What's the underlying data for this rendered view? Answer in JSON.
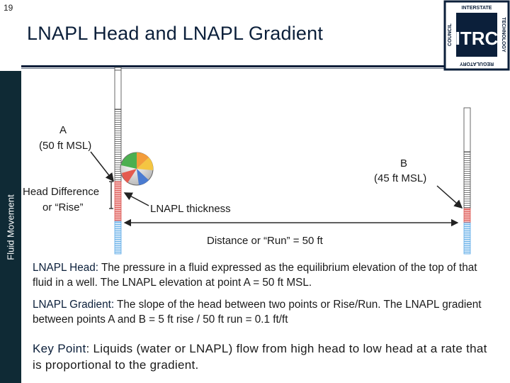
{
  "slide": {
    "number": "19",
    "title": "LNAPL Head and LNAPL Gradient",
    "sidebar_label": "Fluid Movement"
  },
  "logo": {
    "top_text": "INTERSTATE",
    "left_text": "COUNCIL",
    "right_text": "TECHNOLOGY",
    "bottom_text": "REGULATORY",
    "center_text": "ITRC"
  },
  "diagram": {
    "point_a_label": "A",
    "point_a_elevation": "(50 ft MSL)",
    "point_b_label": "B",
    "point_b_elevation": "(45 ft MSL)",
    "head_difference_line1": "Head Difference",
    "head_difference_line2": "or “Rise”",
    "lnapl_thickness": "LNAPL thickness",
    "run_label": "Distance or “Run” = 50 ft"
  },
  "definitions": {
    "head_term": "LNAPL Head:",
    "head_text": " The pressure in a fluid expressed as the equilibrium elevation of the top of that fluid in a well.  The LNAPL elevation at point  A = 50 ft MSL.",
    "gradient_term": "LNAPL Gradient:",
    "gradient_text": " The slope of the head between two points or Rise/Run.  The LNAPL gradient between points A and B = 5 ft rise / 50 ft run = 0.1 ft/ft",
    "key_term": "Key Point",
    "key_text": ": Liquids (water or LNAPL) flow from high head to low head at a rate that is proportional to the gradient."
  },
  "colors": {
    "title": "#0b1f3a",
    "sidebar": "#0f2a35",
    "lnapl": "#d9534f",
    "water": "#5aa9e6"
  }
}
